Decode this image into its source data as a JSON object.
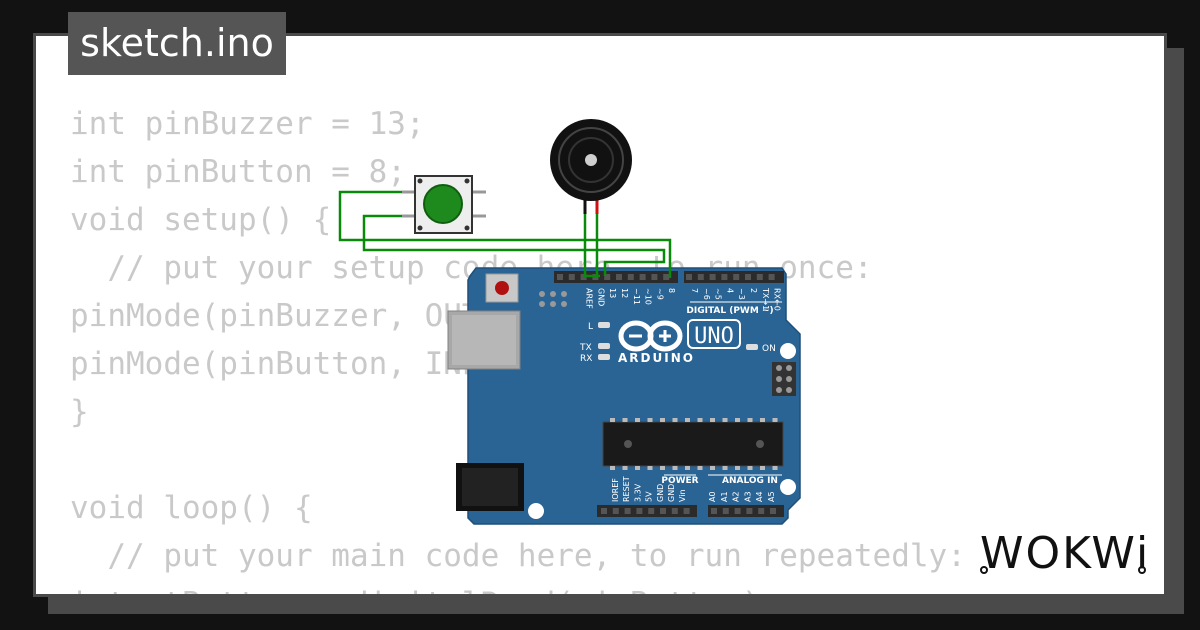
{
  "tab": {
    "title": "sketch.ino"
  },
  "code_lines": [
    "int pinBuzzer = 13;",
    "int pinButton = 8;",
    "void setup() {",
    "  // put your setup code here, to run once:",
    "pinMode(pinBuzzer, OUTPUT);",
    "pinMode(pinButton, INPUT);",
    "}",
    "",
    "void loop() {",
    "  // put your main code here, to run repeatedly:",
    "int stButton = digitalRead(pinButton);"
  ],
  "board": {
    "brand": "ARDUINO",
    "model": "UNO",
    "digital_label": "DIGITAL (PWM ~)",
    "power_label": "POWER",
    "analog_label": "ANALOG IN",
    "top_pins": [
      "AREF",
      "GND",
      "13",
      "12",
      "~11",
      "~10",
      "~9",
      "8",
      "7",
      "~6",
      "~5",
      "4",
      "~3",
      "2",
      "TX→1",
      "RX←0"
    ],
    "power_pins": [
      "IOREF",
      "RESET",
      "3.3V",
      "5V",
      "GND",
      "GND",
      "Vin"
    ],
    "analog_pins": [
      "A0",
      "A1",
      "A2",
      "A3",
      "A4",
      "A5"
    ],
    "led_l": "L",
    "led_tx": "TX",
    "led_rx": "RX",
    "led_on": "ON"
  },
  "logo": {
    "text": "WOKWi"
  },
  "colors": {
    "board": "#2a6494",
    "wire": "#0a8a0a",
    "button_cap": "#1e8a1e",
    "code_text": "#c9c9c9"
  }
}
